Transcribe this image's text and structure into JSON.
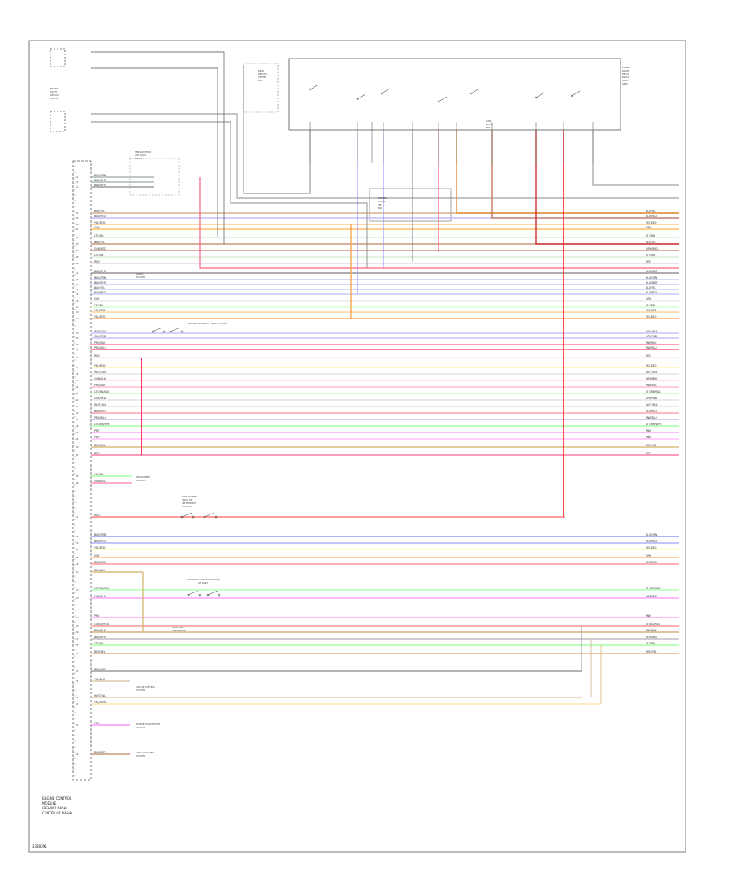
{
  "diagram": {
    "title_block": [
      "ENGINE CONTROL",
      "MODULE",
      "(BEHIND DASH,",
      "CENTER OF DASH)"
    ],
    "footer_code": "3380091",
    "components": {
      "rear_sensor_box": [
        "REAR",
        "SENSOR",
        "CENTER",
        "LEFT"
      ],
      "front_right_sensor_box": [
        "FRONT",
        "RIGHT",
        "SENSOR",
        "CENTER"
      ],
      "sensor_upper_left_label": [
        "SENSOR UPPER",
        "(ON HOOD",
        "LATCH)"
      ],
      "fuse_relay_box": [
        "FUSE",
        "RELAY",
        "BOX"
      ],
      "relay_box_label": [
        "ENGINE",
        "ROOM",
        "J/B",
        "NO 1"
      ],
      "engine_right_label": [
        "ENGINE",
        "ROOM",
        "RELAY",
        "BLOCK",
        "(RIGHT",
        "SIDE)"
      ],
      "sensor_upper_left_lower": "SENSOR UPPER LEFT (SIDE OF DASH)",
      "sensor_left_front": [
        "SENSOR LEFT",
        "(BACK OF",
        "INSTRUMENT",
        "CLUSTER)"
      ],
      "sensor_left_rear": [
        "SENSOR LEFT REAR (ON DASH)",
        "ON DASH"
      ],
      "ref_cruise_control": [
        "CRUISE CONTROL",
        "SYSTEM"
      ],
      "ref_data_link": [
        "DATA LINK",
        "CONNECTOR"
      ],
      "ref_audio": [
        "AUDIO",
        "SYSTEM"
      ],
      "ref_power_dist": [
        "POWER DISTRIBUTION",
        "SYSTEM"
      ],
      "ref_air_bag": [
        "AIR BAG SYSTEM",
        "SYSTEM"
      ],
      "ref_instrument": [
        "INSTRUMENT",
        "CLUSTER"
      ]
    },
    "wire_labels": [
      "BLU/GRN",
      "BLU/WHT",
      "BLK/WHT",
      "BLU/YEL",
      "BLU/RED",
      "YEL/RED",
      "GRY",
      "LT GRN",
      "BLK/YEL",
      "GRN/RED",
      "RED",
      "WHT/BLK",
      "GRY/RED",
      "ORN/BLK",
      "PNK/BLK",
      "PNK/BLU",
      "LT GRN/BLK",
      "BLK/RED",
      "LT GRN/WHT",
      "BRN/YEL",
      "WHT/BLU",
      "BRN/BLK",
      "BRN/WHT",
      "YEL/BLK",
      "PNK",
      "LT BLU/RED",
      "YEL/GRN"
    ],
    "pin_labels": [
      "A1",
      "A2",
      "A3",
      "A4",
      "A5",
      "A6",
      "B1",
      "B2",
      "B3",
      "B4",
      "B5",
      "B6",
      "C1",
      "C2",
      "C3",
      "C4",
      "C5",
      "C6",
      "D1",
      "D2",
      "D3",
      "D4",
      "D5",
      "D6",
      "E1",
      "E2",
      "E3",
      "E4",
      "E5",
      "E6"
    ]
  }
}
